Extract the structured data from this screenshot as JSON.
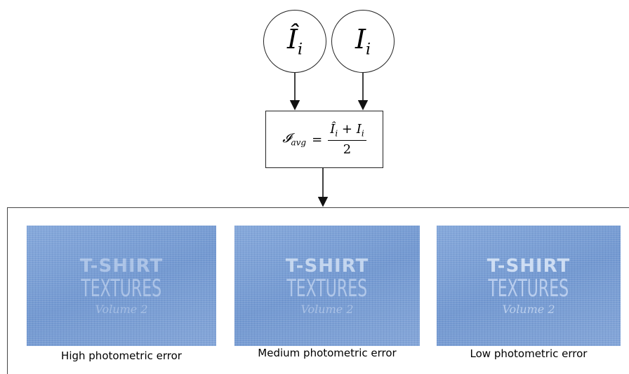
{
  "nodes": {
    "ihat": {
      "symbol": "Î",
      "subscript": "i"
    },
    "i": {
      "symbol": "I",
      "subscript": "i"
    }
  },
  "formula": {
    "lhs_symbol": "𝓘",
    "lhs_subscript": "avg",
    "equals": "=",
    "num_a": "Î",
    "num_a_sub": "i",
    "plus": " + ",
    "num_b": "I",
    "num_b_sub": "i",
    "denominator": "2"
  },
  "textures": [
    {
      "title": "T-SHIRT",
      "subtitle": "TEXTURES",
      "volume": "Volume 2",
      "caption": "High photometric error"
    },
    {
      "title": "T-SHIRT",
      "subtitle": "TEXTURES",
      "volume": "Volume 2",
      "caption": "Medium photometric error"
    },
    {
      "title": "T-SHIRT",
      "subtitle": "TEXTURES",
      "volume": "Volume 2",
      "caption": "Low photometric error"
    }
  ],
  "colors": {
    "denim": "#7ea2d6",
    "stroke": "#222222"
  }
}
